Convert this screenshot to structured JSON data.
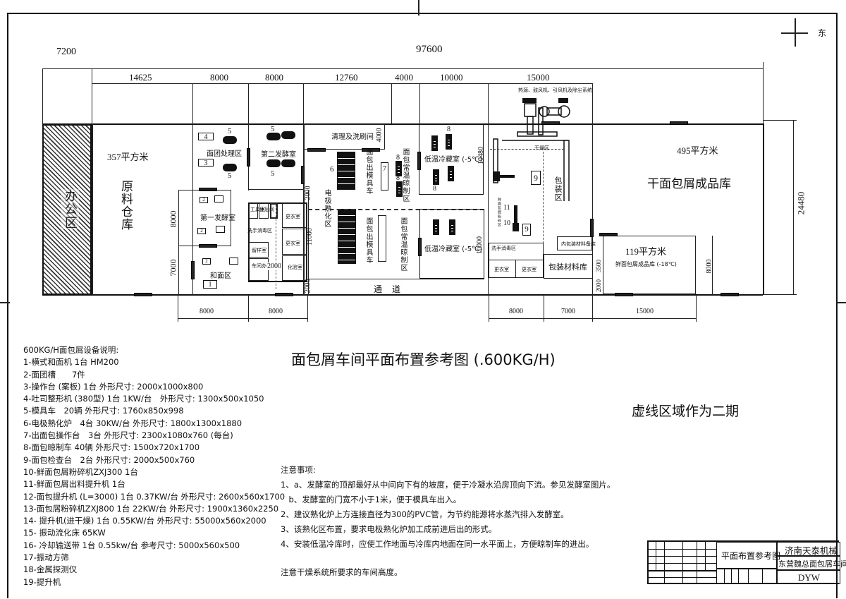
{
  "drawing": {
    "title": "面包屑车间平面布置参考图 (.600KG/H)",
    "phase_note": "虚线区域作为二期",
    "compass_label": "东"
  },
  "dimensions": {
    "top_overall": [
      "7200",
      "97600"
    ],
    "top_segments": [
      "14625",
      "8000",
      "8000",
      "12760",
      "4000",
      "10000",
      "15000"
    ],
    "right_overall": "24480",
    "bottom_segments": [
      "8000",
      "8000",
      "8000",
      "7000",
      "15000"
    ],
    "left_vertical": [
      "8000",
      "7000"
    ],
    "internal": {
      "washroom_depth": "4000",
      "cold_room_top_depth": "10480",
      "cold_room_bottom_depth": "10000",
      "oven_zone_depth": "11000",
      "aisle_top": "2000",
      "aisle_bottom": "2000",
      "corridor_width": "2000",
      "pack_store_depth": "3500",
      "pack_aisle": "2000",
      "fresh_store_depth": "8000"
    }
  },
  "areas": {
    "office": "办公区",
    "raw_store": "原料仓库",
    "raw_store_area": "357平方米",
    "dough_area": "面团处理区",
    "ferment_2": "第二发酵室",
    "ferment_1": "第一发酵室",
    "mixing": "和面区",
    "washroom": "清理及洗刷间",
    "oven_zone": "电极熟化区",
    "in_cart": "面包出模具车",
    "out_cart": "面包出模具车",
    "cooling_top": "面包常温晾制区",
    "cooling_bottom": "面包常温晾制区",
    "cold_room_top": "低温冷藏室 (-5℃)",
    "cold_room_bottom": "低温冷藏室 (-5℃)",
    "aisle": "通道",
    "drying": "干燥区",
    "packing": "包装区",
    "packing_store": "包装材料库",
    "inner_pack_store": "内包装材料备库",
    "finished_dry": "干面包屑成品库",
    "finished_dry_area": "495平方米",
    "finished_fresh": "鲜面包屑成品库 (-18℃)",
    "finished_fresh_area": "119平方米",
    "dryer_note": "热源、鼓风机、引风机及除尘系统",
    "crusher_note": "鲜面包屑粉碎区",
    "core_rooms": [
      "工具室",
      "休息间",
      "洗手消毒区",
      "更衣室",
      "更衣室",
      "留样室",
      "车间办公室",
      "化验室"
    ],
    "pack_rooms": [
      "洗手消毒区",
      "更衣室",
      "更衣室"
    ]
  },
  "equipment_markers": {
    "m1": "1",
    "m2": "2",
    "m3": "3",
    "m4": "4",
    "m5": "5",
    "m6": "6",
    "m7": "7",
    "m8": "8",
    "m9": "9",
    "m10": "10",
    "m11": "11"
  },
  "legend": {
    "title": "600KG/H面包屑设备说明:",
    "items": [
      "1-横式和面机 1台 HM200",
      "2-面团槽　　7件",
      "3-操作台 (案板) 1台 外形尺寸: 2000x1000x800",
      "4-吐司整形机 (380型) 1台 1KW/台　外形尺寸: 1300x500x1050",
      "5-模具车　20辆 外形尺寸: 1760x850x998",
      "6-电极熟化炉　4台 30KW/台 外形尺寸: 1800x1300x1880",
      "7-出面包操作台　3台 外形尺寸: 2300x1080x760 (每台)",
      "8-面包晾制车 40辆 外形尺寸: 1500x720x1700",
      "9-面包检查台　2台 外形尺寸: 2000x500x760",
      "10-鲜面包屑粉碎机ZXJ300 1台",
      "11-鲜面包屑出料提升机 1台",
      "12-面包提升机 (L=3000) 1台 0.37KW/台 外形尺寸: 2600x560x1700",
      "13-面包屑粉碎机ZXJ800 1台 22KW/台 外形尺寸: 1900x1360x2250",
      "14- 提升机(进干燥) 1台 0.55KW/台 外形尺寸: 55000x560x2000",
      "15- 振动流化床 65KW",
      "16- 冷却输送带 1台 0.55kw/台 参考尺寸: 5000x560x500",
      "17-振动方筛",
      "18-金属探测仪",
      "19-提升机"
    ]
  },
  "notes": {
    "title": "注意事项:",
    "items": [
      "1、a、发酵室的顶部最好从中间向下有的坡度，便于冷凝水沿房顶向下流。参见发酵室图片。",
      "　b、发酵室的门宽不小于1米，便于模具车出入。",
      "2、建议熟化炉上方连接直径为300的PVC管，为节约能源将水蒸汽排入发酵室。",
      "3、该熟化区布置，要求电极熟化炉加工成前进后出的形式。",
      "4、安装低温冷库时，应使工作地面与冷库内地面在同一水平面上，方便晾制车的进出。"
    ],
    "footer": "注意干燥系统所要求的车间高度。"
  },
  "title_block": {
    "drawing_name": "平面布置参考图",
    "company": "济南天泰机械",
    "project": "东营魏总面包屑车间",
    "code": "DYW"
  }
}
